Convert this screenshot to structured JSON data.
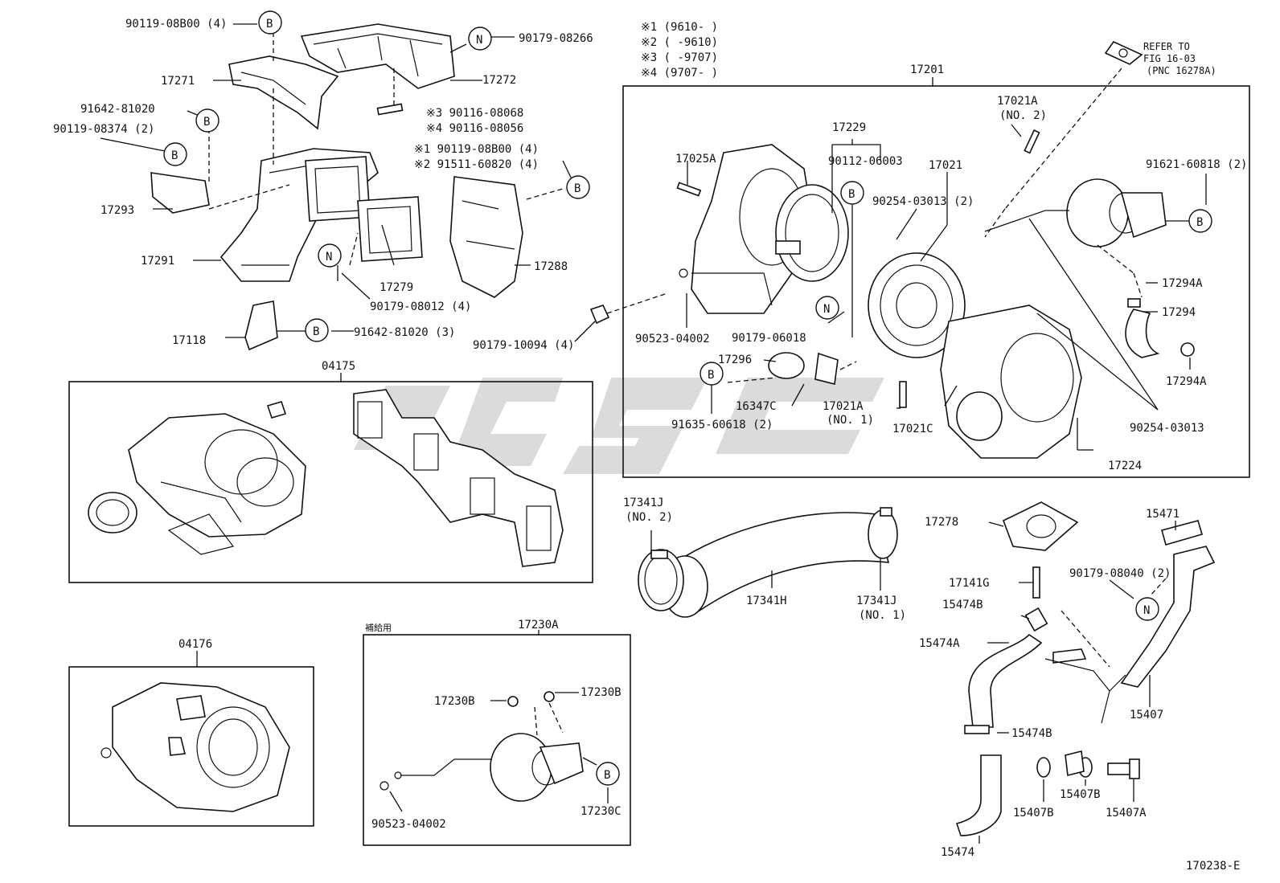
{
  "figure_id": "170238-E",
  "notes": [
    "※1 (9610-    )",
    "※2 (     -9610)",
    "※3 (     -9707)",
    "※4 (9707-    )"
  ],
  "refer": [
    "REFER TO",
    "FIG 16-03",
    "(PNC 16278A)"
  ],
  "supply_tag": "補給用",
  "group_labels": {
    "g17201": "17201",
    "g04175": "04175",
    "g04176": "04176",
    "g17230A": "17230A"
  },
  "circle_letters": {
    "b": "B",
    "n": "N"
  },
  "labels": {
    "p90119_08B00_4": "90119-08B00 (4)",
    "p90179_08266": "90179-08266",
    "p17271": "17271",
    "p17272": "17272",
    "p91642_81020": "91642-81020",
    "p90119_08374_2": "90119-08374 (2)",
    "n3_90116_08068": "※3 90116-08068",
    "n4_90116_08056": "※4 90116-08056",
    "n1_90119_08B00_4": "※1 90119-08B00 (4)",
    "n2_91511_60820_4": "※2 91511-60820 (4)",
    "p17293": "17293",
    "p17291": "17291",
    "p17279": "17279",
    "p17288": "17288",
    "p90179_08012_4": "90179-08012 (4)",
    "p17118": "17118",
    "p91642_81020_3": "91642-81020 (3)",
    "p90179_10094_4": "90179-10094 (4)",
    "p17229": "17229",
    "p17025A": "17025A",
    "p90112_06003": "90112-06003",
    "p17021": "17021",
    "p17021A_no2": "17021A",
    "no2_a": "(NO. 2)",
    "p91621_60818_2": "91621-60818 (2)",
    "p90254_03013_2": "90254-03013 (2)",
    "p17294A_top": "17294A",
    "p17294": "17294",
    "p17294A_bot": "17294A",
    "p90523_04002": "90523-04002",
    "p90179_06018": "90179-06018",
    "p17296": "17296",
    "p16347C": "16347C",
    "p17021A_no1": "17021A",
    "no1_a": "(NO. 1)",
    "p91635_60618_2": "91635-60618 (2)",
    "p17021C": "17021C",
    "p90254_03013": "90254-03013",
    "p17224": "17224",
    "p17341J_no2": "17341J",
    "no2_b": "(NO. 2)",
    "p17341H": "17341H",
    "p17341J_no1": "17341J",
    "no1_b": "(NO. 1)",
    "p17278": "17278",
    "p15471": "15471",
    "p17141G": "17141G",
    "p90179_08040_2": "90179-08040 (2)",
    "p15474B_top": "15474B",
    "p15474A": "15474A",
    "p15474B_mid": "15474B",
    "p15407": "15407",
    "p15407B_left": "15407B",
    "p15407B_right": "15407B",
    "p15407A": "15407A",
    "p15474": "15474",
    "p17230B_left": "17230B",
    "p17230B_right": "17230B",
    "p17230C": "17230C",
    "p90523_04002_b": "90523-04002"
  }
}
